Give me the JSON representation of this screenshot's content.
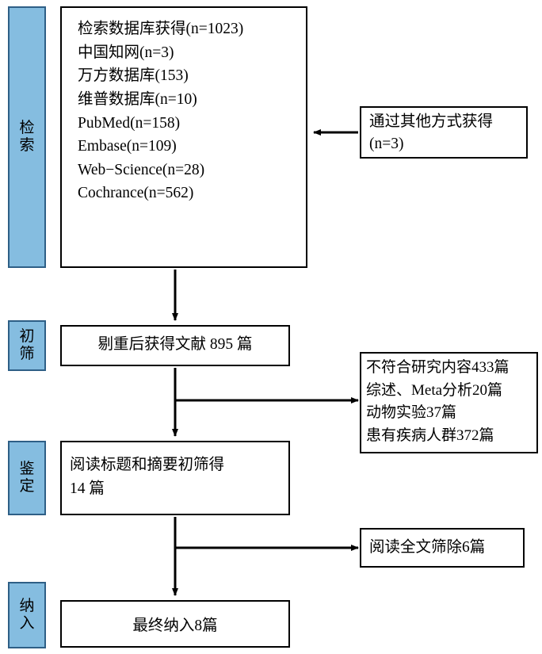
{
  "diagram": {
    "title": "PRISMA-style literature screening flow diagram",
    "stage_labels": [
      {
        "name": "search",
        "text": "检索"
      },
      {
        "name": "screening",
        "text": "初筛"
      },
      {
        "name": "appraisal",
        "text": "鉴定"
      },
      {
        "name": "inclusion",
        "text": "纳入"
      }
    ],
    "search_box": {
      "lines": [
        "检索数据库获得(n=1023)",
        "中国知网(n=3)",
        "万方数据库(153)",
        "维普数据库(n=10)",
        "PubMed(n=158)",
        "Embase(n=109)",
        "Web−Science(n=28)",
        "Cochrance(n=562)"
      ]
    },
    "other_sources_box": {
      "lines": [
        "通过其他方式获得",
        "(n=3)"
      ]
    },
    "dedup_box": {
      "lines": [
        "剔重后获得文献 895 篇"
      ]
    },
    "exclude_first_box": {
      "lines": [
        "不符合研究内容433篇",
        "综述、Meta分析20篇",
        "动物实验37篇",
        "患有疾病人群372篇"
      ]
    },
    "title_abstract_box": {
      "lines": [
        "阅读标题和摘要初筛得",
        "14 篇"
      ]
    },
    "exclude_second_box": {
      "lines": [
        "阅读全文筛除6篇"
      ]
    },
    "final_box": {
      "lines": [
        "最终纳入8篇"
      ]
    },
    "colors": {
      "stage_fill": "#85bde0",
      "stage_border": "#2e5f86",
      "box_border": "#000000",
      "background": "#ffffff",
      "text": "#000000"
    }
  }
}
